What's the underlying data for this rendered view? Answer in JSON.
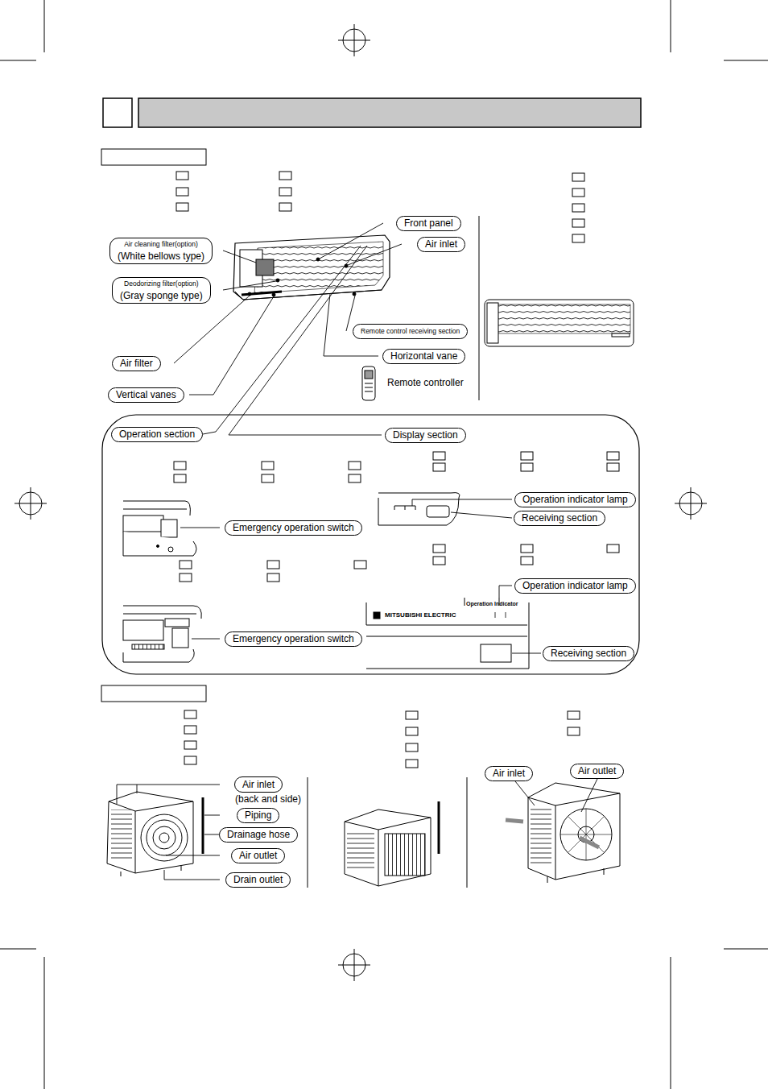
{
  "diagram": {
    "nodes": [
      {
        "text": [
          "Front panel"
        ]
      },
      {
        "text": [
          "Air inlet"
        ]
      },
      {
        "text": [
          "Air cleaning filter(option)",
          "(White bellows type)"
        ]
      },
      {
        "text": [
          "Deodorizing filter(option)",
          "(Gray sponge type)"
        ]
      },
      {
        "text": [
          "Remote control receiving section"
        ]
      },
      {
        "text": [
          "Horizontal vane"
        ]
      },
      {
        "text": [
          "Air filter"
        ]
      },
      {
        "text": [
          "Vertical vanes"
        ]
      },
      {
        "text": [
          "Operation section"
        ]
      },
      {
        "text": [
          "Display section"
        ]
      },
      {
        "text": [
          "Emergency operation switch"
        ]
      },
      {
        "text": [
          "Operation indicator lamp"
        ]
      },
      {
        "text": [
          "Receiving section"
        ]
      },
      {
        "text": [
          "Emergency operation switch"
        ]
      },
      {
        "text": [
          "Operation indicator lamp"
        ]
      },
      {
        "text": [
          "Receiving section"
        ]
      },
      {
        "text": [
          "Air inlet",
          "(back and side)"
        ]
      },
      {
        "text": [
          "Piping"
        ]
      },
      {
        "text": [
          "Drainage hose"
        ]
      },
      {
        "text": [
          "Air outlet"
        ]
      },
      {
        "text": [
          "Drain outlet"
        ]
      },
      {
        "text": [
          "Air inlet"
        ]
      },
      {
        "text": [
          "Air outlet"
        ]
      }
    ],
    "labels": [
      "Remote controller",
      "MITSUBISHI ELECTRIC",
      "Operation Indicator"
    ]
  }
}
